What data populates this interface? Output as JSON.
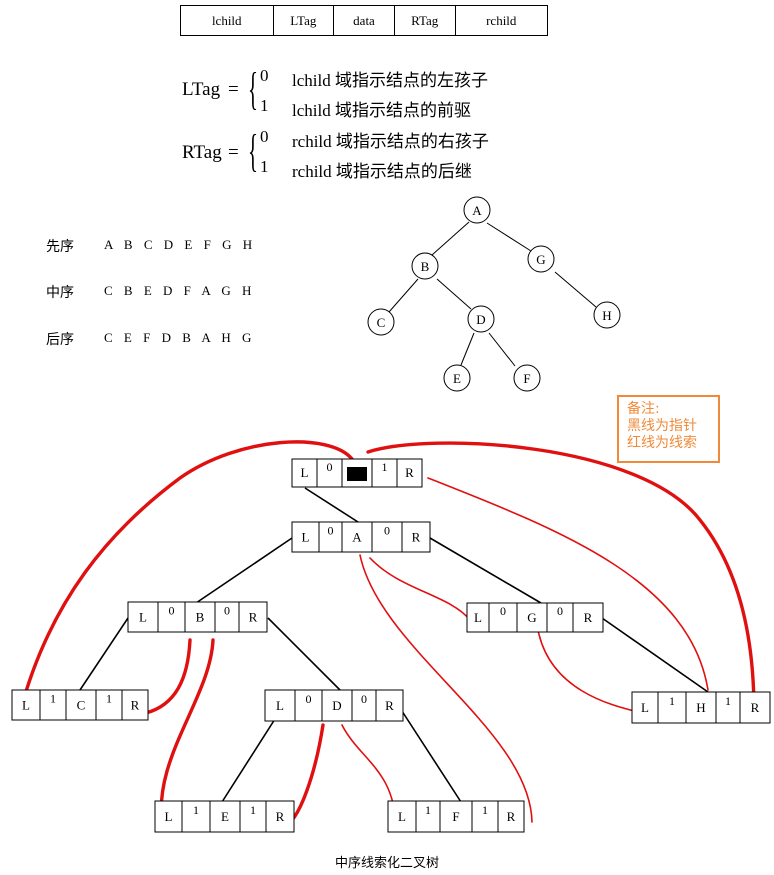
{
  "header_fields": [
    "lchild",
    "LTag",
    "data",
    "RTag",
    "rchild"
  ],
  "ltag": {
    "name": "LTag",
    "eq": "=",
    "rows": [
      {
        "value": "0",
        "desc": "lchild 域指示结点的左孩子"
      },
      {
        "value": "1",
        "desc": "lchild 域指示结点的前驱"
      }
    ]
  },
  "rtag": {
    "name": "RTag",
    "eq": "=",
    "rows": [
      {
        "value": "0",
        "desc": "rchild 域指示结点的右孩子"
      },
      {
        "value": "1",
        "desc": "rchild 域指示结点的后继"
      }
    ]
  },
  "orders": [
    {
      "label": "先序",
      "seq": "A B C D E F G H"
    },
    {
      "label": "中序",
      "seq": "C B E D F A G H"
    },
    {
      "label": "后序",
      "seq": "C E F D B A H G"
    }
  ],
  "tree": {
    "nodes": {
      "A": "A",
      "B": "B",
      "C": "C",
      "D": "D",
      "E": "E",
      "F": "F",
      "G": "G",
      "H": "H"
    }
  },
  "note": {
    "title": "备注:",
    "line1": "黑线为指针",
    "line2": "红线为线索",
    "border_color": "#f08a3a"
  },
  "threaded": {
    "head": [
      "L",
      "0",
      "",
      "1",
      "R"
    ],
    "A": [
      "L",
      "0",
      "A",
      "0",
      "R"
    ],
    "B": [
      "L",
      "0",
      "B",
      "0",
      "R"
    ],
    "G": [
      "L",
      "0",
      "G",
      "0",
      "R"
    ],
    "C": [
      "L",
      "1",
      "C",
      "1",
      "R"
    ],
    "D": [
      "L",
      "0",
      "D",
      "0",
      "R"
    ],
    "H": [
      "L",
      "1",
      "H",
      "1",
      "R"
    ],
    "E": [
      "L",
      "1",
      "E",
      "1",
      "R"
    ],
    "F": [
      "L",
      "1",
      "F",
      "1",
      "R"
    ],
    "thread_color": "#e01010",
    "pointer_color": "#000000"
  },
  "caption": "中序线索化二叉树"
}
